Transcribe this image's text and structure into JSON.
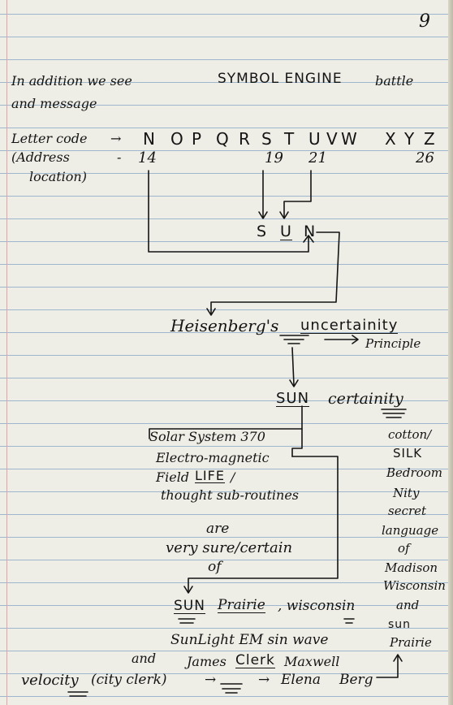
{
  "page_number": "9",
  "line1": {
    "a": "In addition we see",
    "b": "SYMBOL ENGINE",
    "c": "battle"
  },
  "line2": "and message",
  "letter_code": {
    "label": "Letter code",
    "arrow": "→",
    "letters": [
      "N",
      "O",
      "P",
      "Q",
      "R",
      "S",
      "T",
      "U",
      "V",
      "W",
      "X",
      "Y",
      "Z"
    ]
  },
  "address": {
    "label": "(Address",
    "label2": "location)",
    "dash": "-",
    "n14": "14",
    "n19": "19",
    "n21": "21",
    "n26": "26"
  },
  "sun_letters": {
    "s": "S",
    "u": "U",
    "n": "N"
  },
  "heisenberg": {
    "name": "Heisenberg's",
    "word": "uncertainity",
    "principle": "Principle"
  },
  "sun_certainity": {
    "sun": "SUN",
    "word": "certainity"
  },
  "solar_block": {
    "l1": "Solar System 370",
    "l2": "Electro-magnetic",
    "l3a": "Field",
    "l3b": "LIFE",
    "l3c": "/",
    "l4": "thought sub-routines",
    "l5": "are",
    "l6": "very sure/certain",
    "l7": "of"
  },
  "right_column": [
    "cotton/",
    "SILK",
    "Bedroom",
    "Nity",
    "secret",
    "language",
    "of",
    "Madison",
    "Wisconsin",
    "and",
    "sun",
    "Prairie"
  ],
  "sun_prairie": {
    "sun": "SUN",
    "prairie": "Prairie",
    "place": ", wisconsin"
  },
  "sunlight": "SunLight EM sin wave",
  "maxwell": {
    "and": "and",
    "james": "James",
    "clerk": "Clerk",
    "maxwell": "Maxwell"
  },
  "velocity": {
    "word": "velocity",
    "city": "(city clerk)",
    "arrow1": "→",
    "arrow2": "→",
    "elena": "Elena",
    "berg": "Berg"
  }
}
